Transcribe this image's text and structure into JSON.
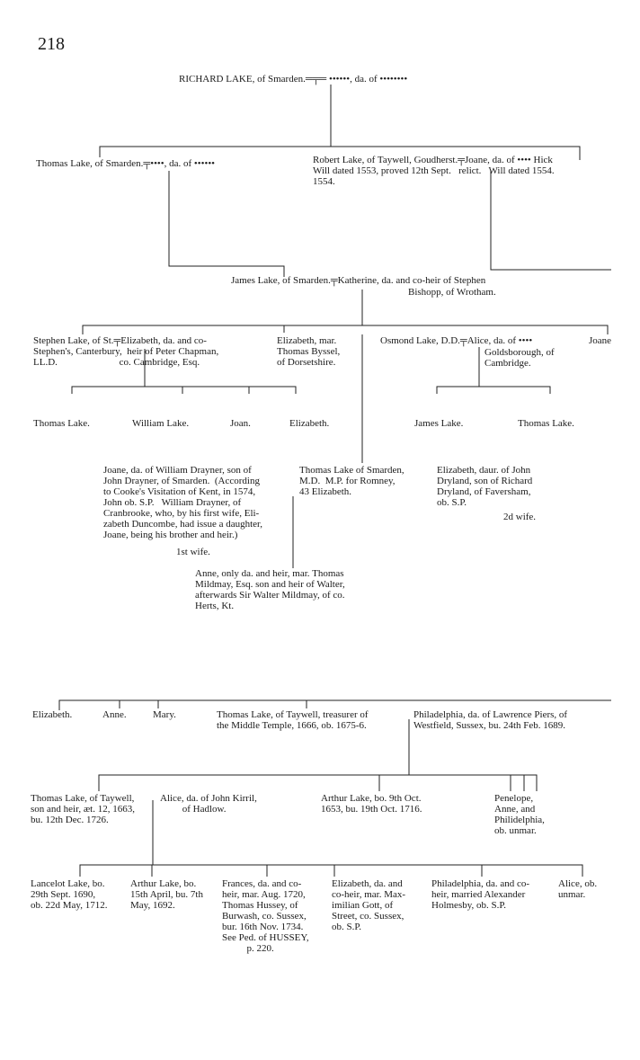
{
  "page_number": "218",
  "entries": {
    "richard": "RICHARD LAKE, of Smarden.═╤═ ••••••, da. of ••••••••",
    "thomas_smarden": "Thomas Lake, of Smarden.╤••••, da. of ••••••",
    "robert": "Robert Lake, of Taywell, Goudherst.╤Joane, da. of •••• Hick\nWill dated 1553, proved 12th Sept.   relict.   Will dated 1554.\n1554.",
    "james": "James Lake, of Smarden.╤Katherine, da. and co-heir of Stephen",
    "james_2": "Bishopp, of Wrotham.",
    "stephen": "Stephen Lake, of St.╤Elizabeth, da. and co-\nStephen's, Canterbury,  heir of Peter Chapman,\nLL.D.                         co. Cambridge, Esq.",
    "elizabeth_byssel": "Elizabeth, mar.\nThomas Byssel,\nof Dorsetshire.",
    "osmond": "Osmond Lake, D.D.╤Alice, da. of ••••",
    "osmond_2": "Goldsborough, of\nCambridge.",
    "joane_edge": "Joane",
    "c1": "Thomas Lake.",
    "c2": "William Lake.",
    "c3": "Joan.",
    "c4": "Elizabeth.",
    "c5": "James Lake.",
    "c6": "Thomas Lake.",
    "joane_drayner": "Joane, da. of William Drayner, son of\nJohn Drayner, of Smarden.  (According\nto Cooke's Visitation of Kent, in 1574,\nJohn ob. S.P.   William Drayner, of\nCranbrooke, who, by his first wife, Eli-\nzabeth Duncombe, had issue a daughter,\nJoane, being his brother and heir.)",
    "first_wife": "1st wife.",
    "thomas_mp": "Thomas Lake of Smarden,\nM.D.  M.P. for Romney,\n43 Elizabeth.",
    "elizabeth_dryland": "Elizabeth, daur. of John\nDryland, son of Richard\nDryland, of Faversham,\nob. S.P.",
    "second_wife": "2d wife.",
    "anne_mildmay": "Anne, only da. and heir, mar. Thomas\nMildmay, Esq. son and heir of Walter,\nafterwards Sir Walter Mildmay, of co.\nHerts, Kt.",
    "b1": "Elizabeth.",
    "b2": "Anne.",
    "b3": "Mary.",
    "thomas_temple": "Thomas Lake, of Taywell, treasurer of",
    "thomas_temple_2": "the Middle Temple, 1666, ob. 1675-6.",
    "philadelphia": "Philadelphia, da. of Lawrence Piers, of",
    "philadelphia_2": "Westfield, Sussex, bu. 24th Feb. 1689.",
    "thomas_heir": "Thomas Lake, of Taywell,\nson and heir, æt. 12, 1663,\nbu. 12th Dec. 1726.",
    "alice_kirril": "Alice, da. of John Kirril,\n         of Hadlow.",
    "arthur_1653": "Arthur Lake, bo. 9th Oct.\n1653, bu. 19th Oct. 1716.",
    "penelope": "Penelope,\nAnne, and\nPhilidelphia,\nob. unmar.",
    "lancelot": "Lancelot Lake, bo.\n29th Sept. 1690,\nob. 22d May, 1712.",
    "arthur_1692": "Arthur Lake, bo.\n15th April, bu. 7th\nMay, 1692.",
    "frances": "Frances, da. and co-\nheir, mar. Aug. 1720,\nThomas Hussey, of\nBurwash, co. Sussex,\nbur. 16th Nov. 1734.\nSee Ped. of HUSSEY,\n          p. 220.",
    "elizabeth_gott": "Elizabeth, da. and\nco-heir, mar. Max-\nimilian Gott, of\nStreet, co. Sussex,\nob. S.P.",
    "philadelphia_holmesby": "Philadelphia, da. and co-\nheir, married Alexander\nHolmesby, ob. S.P.",
    "alice_unmar": "Alice, ob.\nunmar."
  }
}
